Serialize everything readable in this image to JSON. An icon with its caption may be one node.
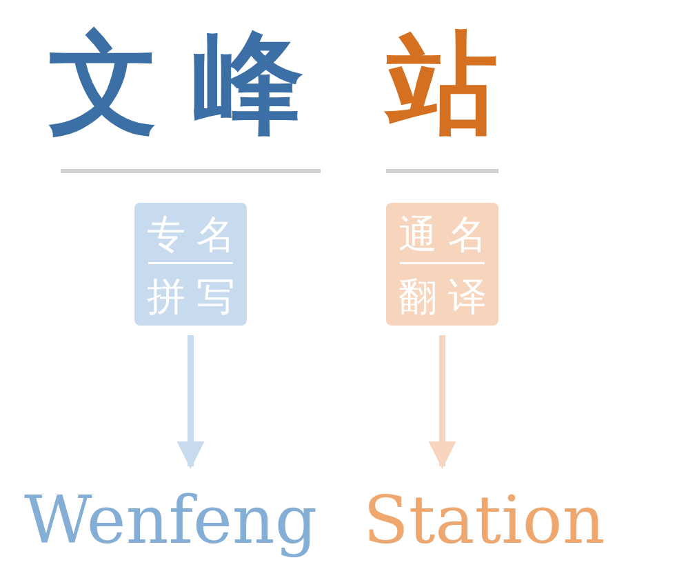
{
  "diagram": {
    "nodes": [
      {
        "text": [
          "专名",
          "拼写"
        ]
      },
      {
        "text": [
          "Wenfeng"
        ]
      },
      {
        "text": [
          "通名",
          "翻译"
        ]
      },
      {
        "text": [
          "Station"
        ]
      }
    ],
    "edges": [
      {
        "from": 0,
        "to": 1,
        "arrow": "to"
      },
      {
        "from": 2,
        "to": 3,
        "arrow": "to"
      }
    ],
    "labels": [
      "文峰",
      "站"
    ]
  }
}
